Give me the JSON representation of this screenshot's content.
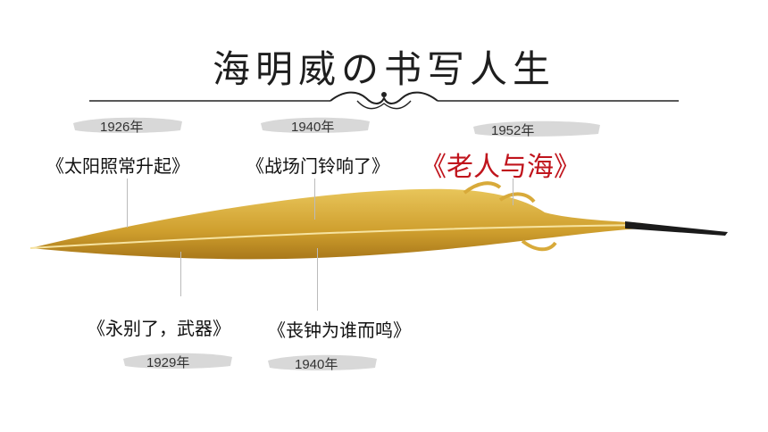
{
  "title": "海明威の书写人生",
  "timeline": [
    {
      "year": "1926年",
      "work": "《太阳照常升起》"
    },
    {
      "year": "1940年",
      "work": "《战场门铃响了》"
    },
    {
      "year": "1952年",
      "work": "《老人与海》",
      "highlight": true
    },
    {
      "year": "1929年",
      "work": "《永别了，武器》"
    },
    {
      "year": "1940年",
      "work": "《丧钟为谁而鸣》"
    }
  ],
  "colors": {
    "feather": "#d2a635",
    "highlight": "#c0141c",
    "brush": "#d8d8d8"
  }
}
